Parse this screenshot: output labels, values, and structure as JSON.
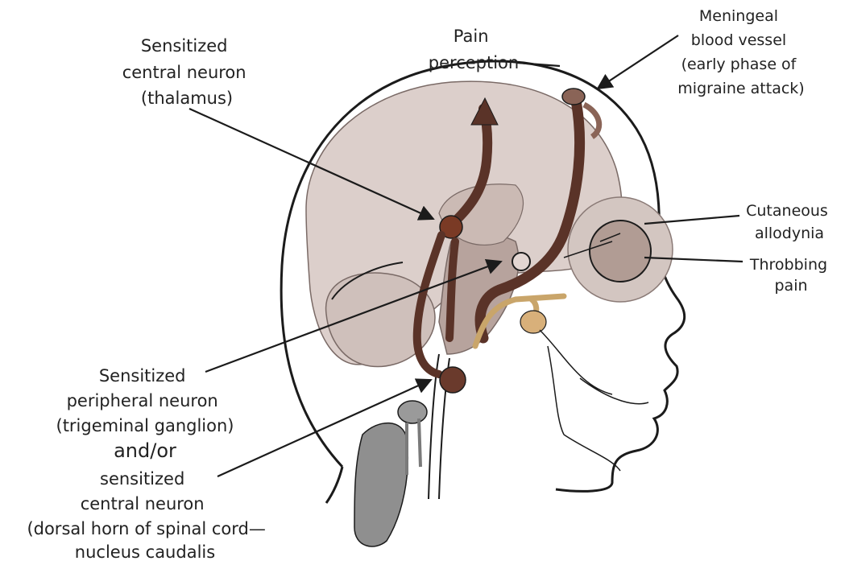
{
  "colors": {
    "ink": "#1b1b1b",
    "brain": "#dccfcb",
    "brain_shade": "#b7a39d",
    "vessel": "#5a3328",
    "vessel_light": "#8a6457",
    "nerve": "#c9a56a",
    "ganglion": "#d8b07a",
    "gray_tissue": "#8f8f8f",
    "eye": "#cdbdb7",
    "background": "#ffffff"
  },
  "labels": {
    "thalamus": [
      "Sensitized",
      "central neuron",
      "(thalamus)"
    ],
    "pain_perception": [
      "Pain",
      "perception"
    ],
    "meningeal": [
      "Meningeal",
      "blood vessel",
      "(early phase of",
      "migraine attack)"
    ],
    "cutaneous": [
      "Cutaneous",
      "allodynia"
    ],
    "throbbing": [
      "Throbbing",
      "pain"
    ],
    "peripheral": [
      "Sensitized",
      "peripheral neuron",
      "(trigeminal ganglion)"
    ],
    "andor": "and/or",
    "central_spinal": [
      "sensitized",
      "central neuron",
      "(dorsal horn of spinal cord—",
      "nucleus caudalis"
    ]
  }
}
